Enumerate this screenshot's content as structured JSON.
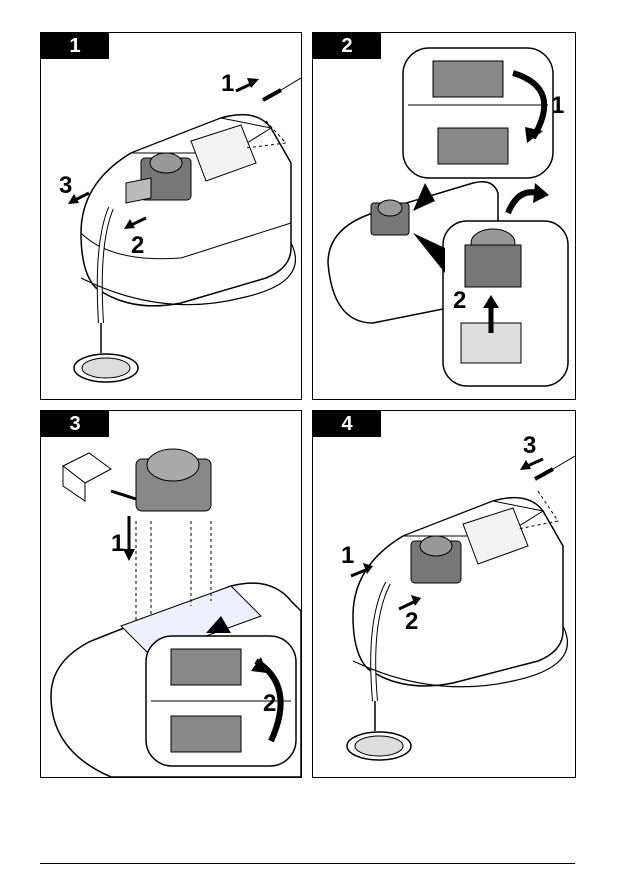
{
  "panels": [
    {
      "step": "1",
      "callouts": [
        "1",
        "2",
        "3"
      ]
    },
    {
      "step": "2",
      "callouts": [
        "1",
        "2"
      ]
    },
    {
      "step": "3",
      "callouts": [
        "1",
        "2"
      ]
    },
    {
      "step": "4",
      "callouts": [
        "1",
        "2",
        "3"
      ]
    }
  ]
}
